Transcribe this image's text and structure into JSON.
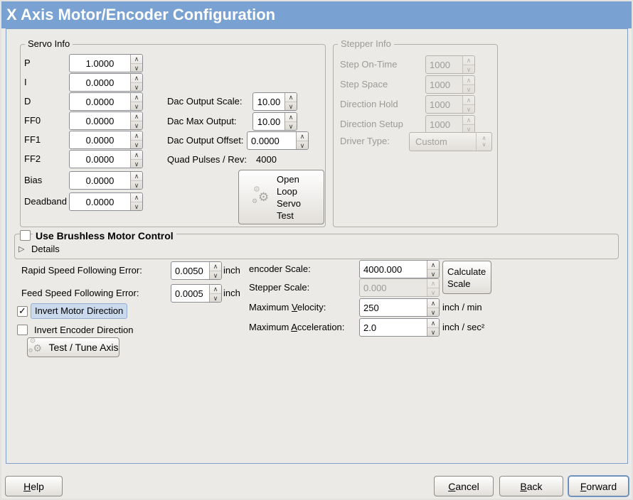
{
  "title": "X Axis Motor/Encoder Configuration",
  "icons": {
    "spin_up": "∧",
    "spin_down": "∨",
    "combo_up": "∧",
    "combo_down": "∨",
    "gear": "⚙",
    "triangle_right": "▷",
    "check": "✓"
  },
  "servo": {
    "legend": "Servo Info",
    "params": [
      {
        "label": "P",
        "value": "1.0000"
      },
      {
        "label": "I",
        "value": "0.0000"
      },
      {
        "label": "D",
        "value": "0.0000"
      },
      {
        "label": "FF0",
        "value": "0.0000"
      },
      {
        "label": "FF1",
        "value": "0.0000"
      },
      {
        "label": "FF2",
        "value": "0.0000"
      },
      {
        "label": "Bias",
        "value": "0.0000"
      },
      {
        "label": "Deadband",
        "value": "0.0000"
      }
    ],
    "dac_output_scale": {
      "label": "Dac Output Scale:",
      "value": "10.00"
    },
    "dac_max_output": {
      "label": "Dac Max Output:",
      "value": "10.00"
    },
    "dac_output_offset": {
      "label": "Dac Output Offset:",
      "value": "0.0000"
    },
    "quad_pulses": {
      "label": "Quad Pulses / Rev:",
      "value": "4000"
    },
    "open_loop_button": "Open Loop Servo Test"
  },
  "stepper": {
    "legend": "Stepper Info",
    "params": [
      {
        "label": "Step On-Time",
        "value": "1000"
      },
      {
        "label": "Step Space",
        "value": "1000"
      },
      {
        "label": "Direction Hold",
        "value": "1000"
      },
      {
        "label": "Direction Setup",
        "value": "1000"
      }
    ],
    "driver_type": {
      "label": "Driver Type:",
      "value": "Custom"
    }
  },
  "brushless": {
    "title": "Use Brushless Motor Control",
    "checked": false,
    "details_label": "Details"
  },
  "left": {
    "rapid_error": {
      "label": "Rapid Speed Following Error:",
      "value": "0.0050",
      "unit": "inch"
    },
    "feed_error": {
      "label": "Feed Speed Following Error:",
      "value": "0.0005",
      "unit": "inch"
    },
    "invert_motor": {
      "label": "Invert Motor Direction",
      "checked": true
    },
    "invert_encoder": {
      "label": "Invert Encoder Direction",
      "checked": false
    },
    "test_tune_button": "Test / Tune Axis"
  },
  "right": {
    "encoder_scale": {
      "label": "encoder Scale:",
      "value": "4000.000"
    },
    "stepper_scale": {
      "label": "Stepper Scale:",
      "value": "0.000"
    },
    "max_velocity": {
      "label_pre": "Maximum ",
      "label_u": "V",
      "label_post": "elocity:",
      "value": "250",
      "unit": "inch / min"
    },
    "max_accel": {
      "label_pre": "Maximum ",
      "label_u": "A",
      "label_post": "cceleration:",
      "value": "2.0",
      "unit": "inch / sec²"
    },
    "calculate_button": "Calculate Scale"
  },
  "footer": {
    "help": {
      "u": "H",
      "post": "elp"
    },
    "cancel": {
      "u": "C",
      "post": "ancel"
    },
    "back": {
      "u": "B",
      "post": "ack"
    },
    "forward": {
      "u": "F",
      "post": "orward"
    }
  }
}
